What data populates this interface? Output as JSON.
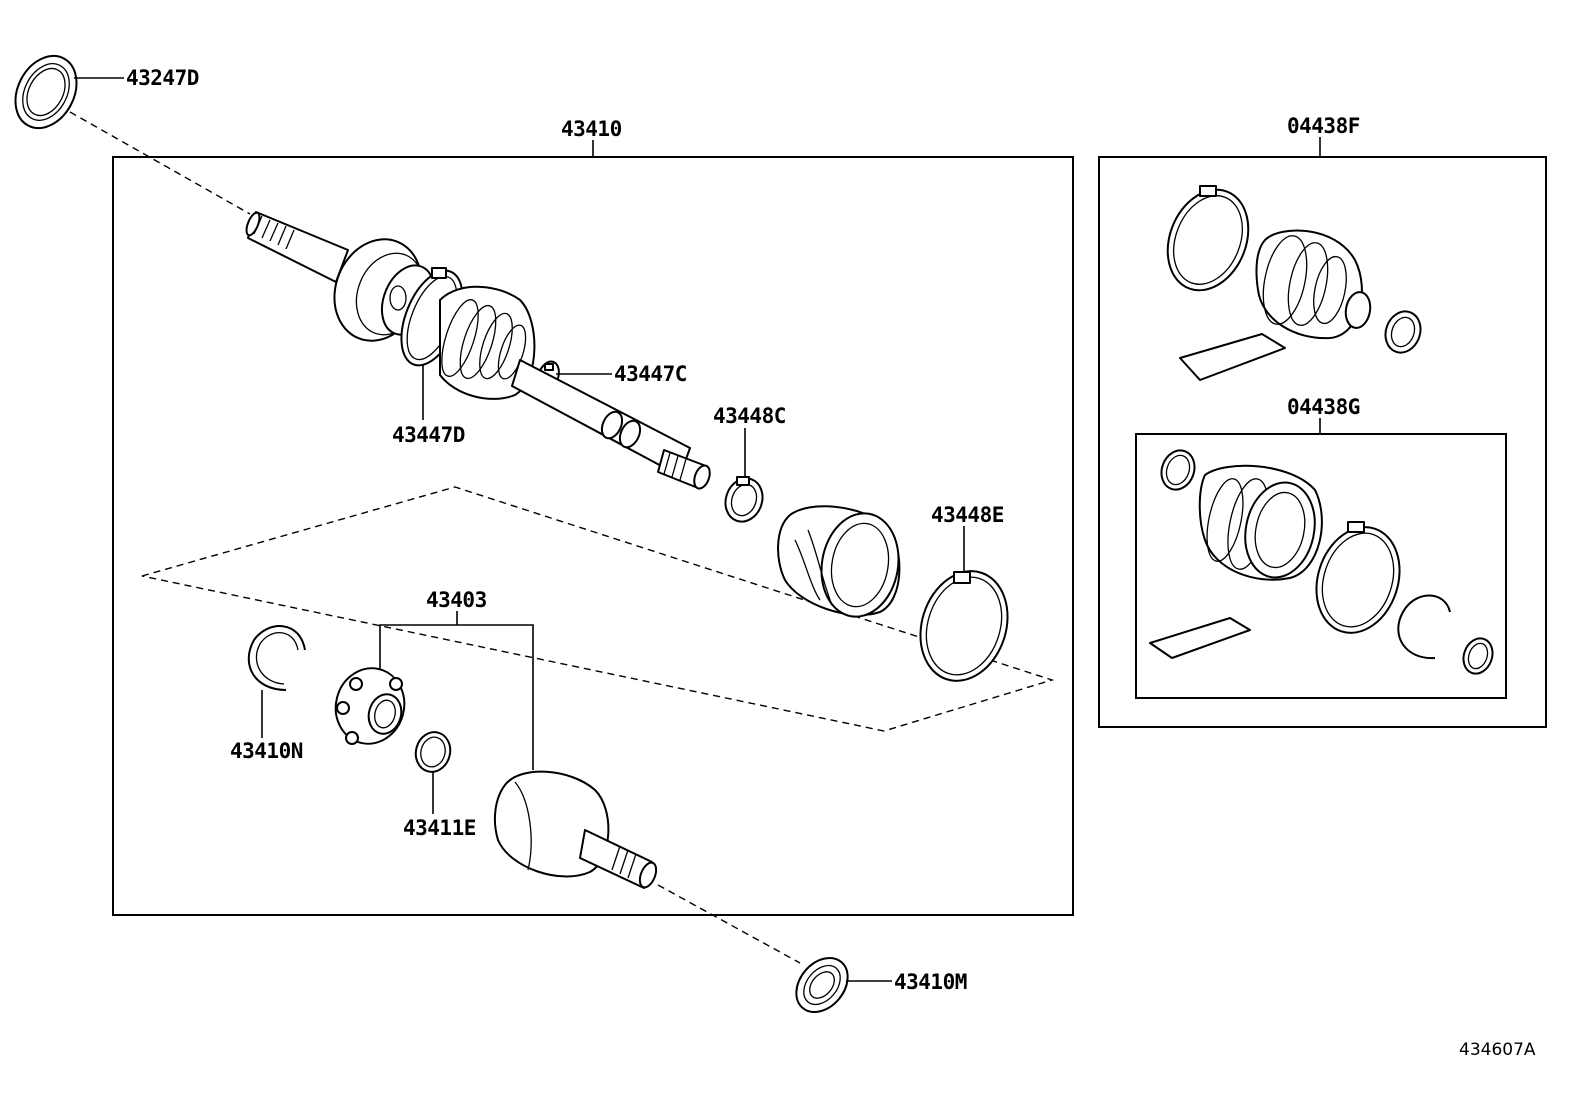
{
  "diagram": {
    "reference_code": "434607A",
    "callouts": {
      "p43247D": "43247D",
      "p43410": "43410",
      "p43447C": "43447C",
      "p43447D": "43447D",
      "p43448C": "43448C",
      "p43448E": "43448E",
      "p43403": "43403",
      "p43410N": "43410N",
      "p43411E": "43411E",
      "p43410M": "43410M",
      "p04438F": "04438F",
      "p04438G": "04438G"
    }
  }
}
